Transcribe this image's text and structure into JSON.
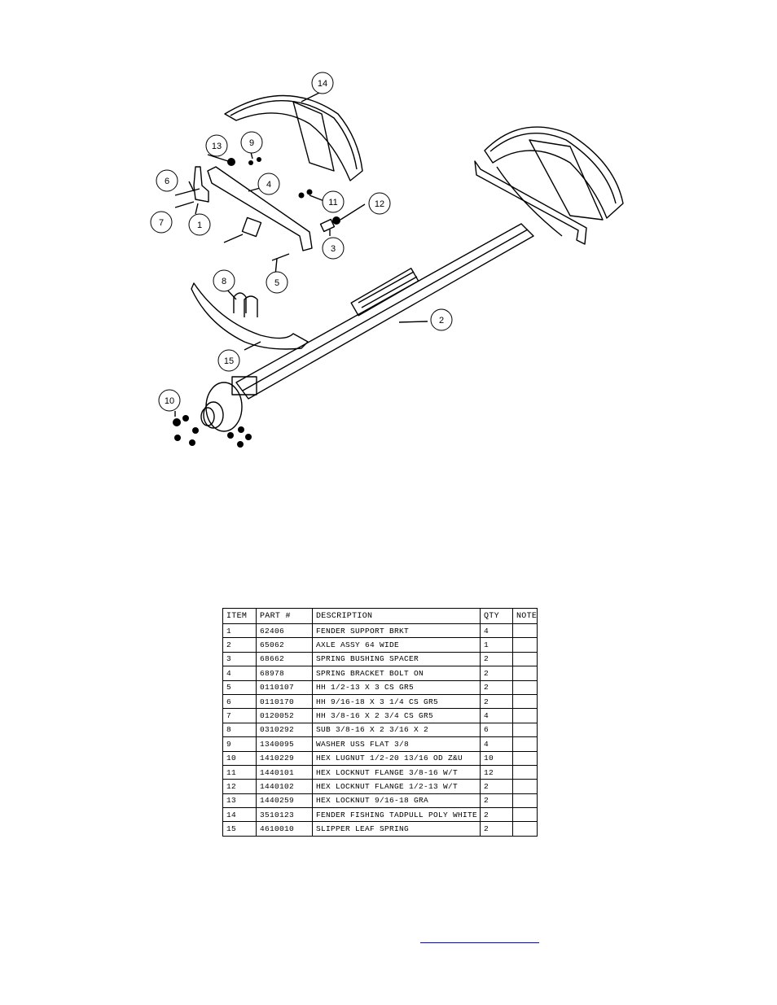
{
  "balloons": [
    "1",
    "2",
    "3",
    "4",
    "5",
    "6",
    "7",
    "8",
    "9",
    "10",
    "11",
    "12",
    "13",
    "14",
    "15"
  ],
  "bom": {
    "headers": [
      "ITEM",
      "PART #",
      "DESCRIPTION",
      "QTY",
      "NOTE"
    ],
    "rows": [
      [
        "1",
        "62406",
        "FENDER SUPPORT BRKT",
        "4",
        ""
      ],
      [
        "2",
        "65062",
        "AXLE ASSY 64 WIDE",
        "1",
        ""
      ],
      [
        "3",
        "68662",
        "SPRING BUSHING SPACER",
        "2",
        ""
      ],
      [
        "4",
        "68978",
        "SPRING BRACKET BOLT ON",
        "2",
        ""
      ],
      [
        "5",
        "0110107",
        "HH 1/2-13 X 3 CS GR5",
        "2",
        ""
      ],
      [
        "6",
        "0110170",
        "HH 9/16-18 X 3 1/4 CS GR5",
        "2",
        ""
      ],
      [
        "7",
        "0120052",
        "HH 3/8-16 X 2 3/4 CS GR5",
        "4",
        ""
      ],
      [
        "8",
        "0310292",
        "SUB 3/8-16 X 2 3/16 X 2",
        "6",
        ""
      ],
      [
        "9",
        "1340095",
        "WASHER USS FLAT 3/8",
        "4",
        ""
      ],
      [
        "10",
        "1410229",
        "HEX LUGNUT 1/2-20 13/16 OD Z&U",
        "10",
        ""
      ],
      [
        "11",
        "1440101",
        "HEX LOCKNUT FLANGE 3/8-16 W/T",
        "12",
        ""
      ],
      [
        "12",
        "1440102",
        "HEX LOCKNUT FLANGE 1/2-13 W/T",
        "2",
        ""
      ],
      [
        "13",
        "1440259",
        "HEX LOCKNUT 9/16-18 GRA",
        "2",
        ""
      ],
      [
        "14",
        "3510123",
        "FENDER  FISHING TADPULL POLY WHITE",
        "2",
        ""
      ],
      [
        "15",
        "4610010",
        "SLIPPER LEAF SPRING",
        "2",
        ""
      ]
    ]
  }
}
